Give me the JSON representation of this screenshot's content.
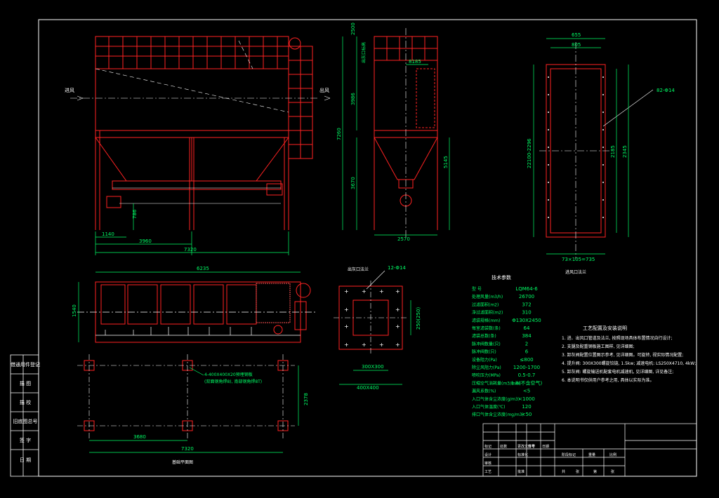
{
  "left_strip": {
    "labels": [
      "借通用件登记",
      "描 图",
      "描 校",
      "旧底图总号",
      "签 字",
      "日 期"
    ]
  },
  "main_view": {
    "inlet_label": "进风",
    "outlet_label": "出风",
    "dims": {
      "d1140": "1140",
      "d3960": "3960",
      "d7320": "7320",
      "d786": "786"
    }
  },
  "side_view": {
    "dims": {
      "top": "2500",
      "d8185": "8185",
      "d3986": "3986",
      "d7260": "7260",
      "d5145": "5145",
      "d3670": "3670",
      "d2570": "2570",
      "dnote": "出灰口标高"
    }
  },
  "right_view": {
    "dims": {
      "d655": "655",
      "d805": "805",
      "hole": "82-Φ14",
      "d22100": "22100-2296",
      "d2185": "2185",
      "d2345": "2345",
      "bottom": "73×105=735"
    },
    "caption": "进风口法兰"
  },
  "plan_view": {
    "dims": {
      "d6235": "6235",
      "d1540": "1540"
    }
  },
  "flange_view": {
    "title": "出灰口法兰",
    "hole": "12-Φ14",
    "d250": "250(250)",
    "d300": "300X300",
    "d400": "400X400"
  },
  "foundation_view": {
    "note_lines": [
      "4-400X400X20预埋钢板",
      "(双面钢角焊8), 南部钢角焊8T)"
    ],
    "dims": {
      "d2378": "2378",
      "d3680": "3680",
      "d7320": "7320"
    },
    "caption": "基础平面图"
  },
  "tech_params": {
    "title": "技术参数",
    "rows": [
      [
        "型  号",
        "LQM64-6"
      ],
      [
        "处理风量(m3/h)",
        "26700"
      ],
      [
        "过滤面积(m2)",
        "372"
      ],
      [
        "净过滤面积(m2)",
        "310"
      ],
      [
        "滤袋规格(mm)",
        "Φ130X2450"
      ],
      [
        "每室滤袋数(条)",
        "64"
      ],
      [
        "滤袋总数(条)",
        "384"
      ],
      [
        "脉冲阀数量(只)",
        "2"
      ],
      [
        "脉冲阀数(只)",
        "6"
      ],
      [
        "设备阻力(Pa)",
        "≤800"
      ],
      [
        "除尘风阻力(Pa)",
        "1200-1700"
      ],
      [
        "喷吹压力(MPa)",
        "0.5-0.7"
      ],
      [
        "压缩空气消耗量(m3/min)",
        "1.8(不含空气)"
      ],
      [
        "漏风系数(%)",
        "<5"
      ],
      [
        "入口气体含尘浓度(g/m3)",
        "<1000"
      ],
      [
        "入口气体温度(℃)",
        "120"
      ],
      [
        "排口气体含尘浓度(mg/m3)",
        "<50"
      ]
    ]
  },
  "install_notes": {
    "title": "工艺配置及安装说明",
    "lines": [
      "1. 进、出风口管道及法兰, 按照现场具体布置情况自行设计;",
      "2. 支腿及配重钢板施工图样, 见详细图;",
      "3. 卸灰阀配置位置图示参考, 见详细图。可旋转, 视实际情况配置;",
      "4. 提升阀: 300X300螺旋铰链, 1.5kw; 减速电机: LS250X4710, 4kW;",
      "5. 卸灰阀: 螺旋输送机配套电机减速机, 见详细图, 详见备注;",
      "6. 本说明书仅供用户参考之用, 具体以实际为准。"
    ]
  },
  "title_block": {
    "labels": [
      "标记",
      "处数",
      "更改文件号",
      "签字",
      "日期",
      "设计",
      "标准化",
      "审核",
      "工艺",
      "批准",
      "阶段标记",
      "重量",
      "比例",
      "共",
      "张",
      "第",
      "张"
    ]
  }
}
